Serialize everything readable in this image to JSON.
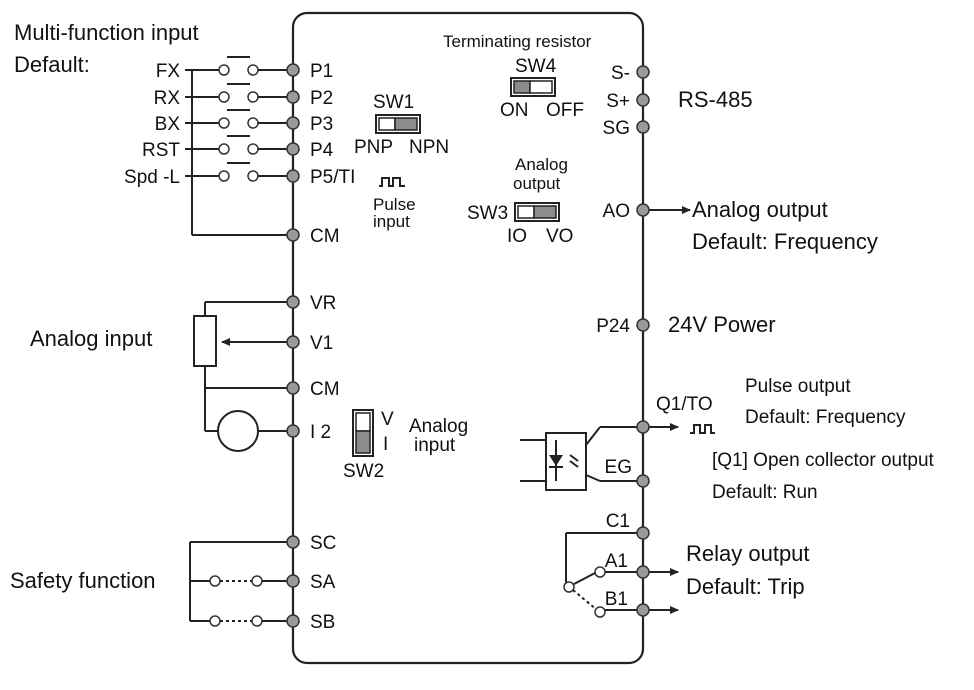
{
  "left": {
    "multi_title": "Multi-function input",
    "multi_default": "Default:",
    "inputs": [
      "FX",
      "RX",
      "BX",
      "RST",
      "Spd -L"
    ],
    "analog_input": "Analog input",
    "safety_function": "Safety function"
  },
  "terminals_left": {
    "p1": "P1",
    "p2": "P2",
    "p3": "P3",
    "p4": "P4",
    "p5": "P5/TI",
    "cm1": "CM",
    "vr": "VR",
    "v1": "V1",
    "cm2": "CM",
    "i2": "I 2",
    "sc": "SC",
    "sa": "SA",
    "sb": "SB"
  },
  "switches": {
    "sw1": "SW1",
    "sw1_left": "PNP",
    "sw1_right": "NPN",
    "pulse_input_1": "Pulse",
    "pulse_input_2": "input",
    "sw2": "SW2",
    "sw2_v": "V",
    "sw2_i": "I",
    "sw2_label_1": "Analog",
    "sw2_label_2": "input",
    "sw3": "SW3",
    "sw3_left": "IO",
    "sw3_right": "VO",
    "sw3_label_1": "Analog",
    "sw3_label_2": "output",
    "sw4_title": "Terminating resistor",
    "sw4": "SW4",
    "sw4_left": "ON",
    "sw4_right": "OFF"
  },
  "terminals_right": {
    "s_minus": "S-",
    "s_plus": "S+",
    "sg": "SG",
    "ao": "AO",
    "p24": "P24",
    "q1": "Q1/TO",
    "eg": "EG",
    "c1": "C1",
    "a1": "A1",
    "b1": "B1"
  },
  "right": {
    "rs485": "RS-485",
    "analog_output": "Analog output",
    "analog_output_default": "Default: Frequency",
    "power": "24V Power",
    "pulse_output": "Pulse output",
    "pulse_output_default": "Default: Frequency",
    "q1_desc": "[Q1] Open collector output",
    "q1_default": "Default: Run",
    "relay_output": "Relay output",
    "relay_default": "Default: Trip"
  }
}
